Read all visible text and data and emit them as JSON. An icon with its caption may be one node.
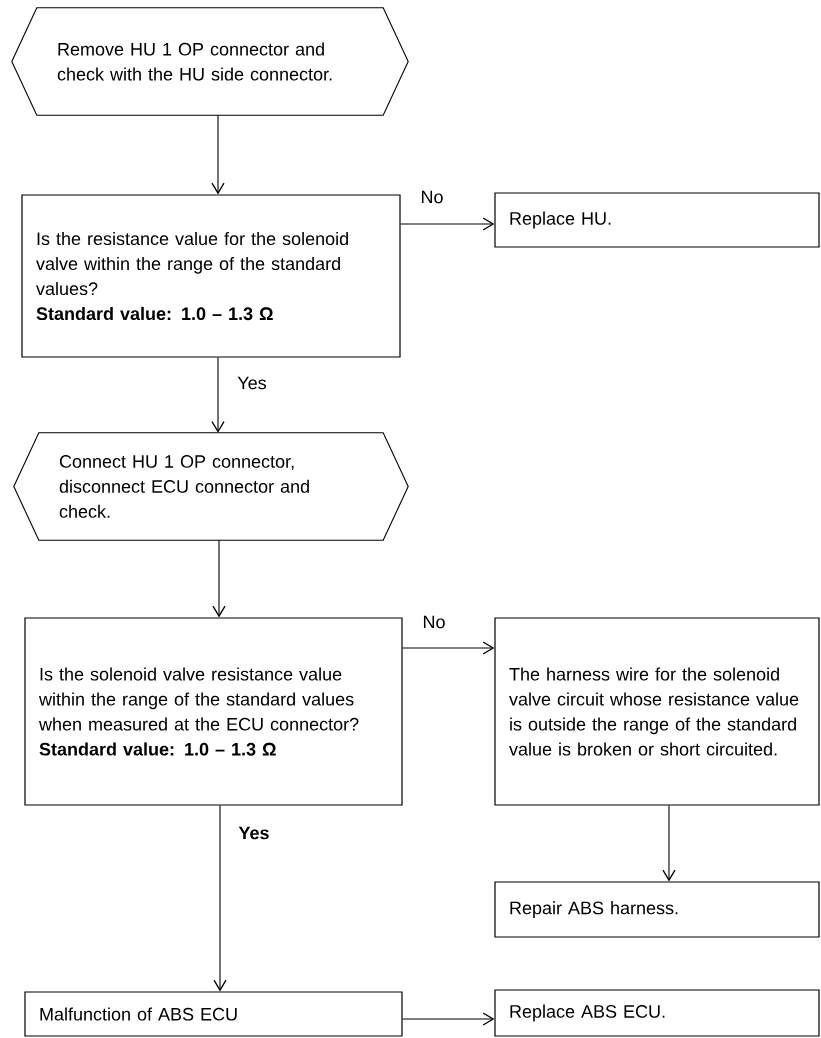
{
  "diagram": {
    "nodes": [
      {
        "text": [
          "Remove HU 1 OP connector and check with the HU side connector."
        ]
      },
      {
        "text": [
          "Is the resistance value for the solenoid valve within the range of the standard values?",
          "Standard value: 1.0 – 1.3 Ω"
        ]
      },
      {
        "text": [
          "Replace HU."
        ]
      },
      {
        "text": [
          "Connect HU 1 OP connector, disconnect ECU connector and check."
        ]
      },
      {
        "text": [
          "Is the solenoid valve resistance value within the range of the standard values when measured at the ECU connector?",
          "Standard value: 1.0 – 1.3 Ω"
        ]
      },
      {
        "text": [
          "The harness wire for the solenoid valve circuit whose resistance value is outside the range of the standard value is broken or short circuited."
        ]
      },
      {
        "text": [
          "Repair ABS harness."
        ]
      },
      {
        "text": [
          "Malfunction of ABS ECU"
        ]
      },
      {
        "text": [
          "Replace ABS ECU."
        ]
      }
    ],
    "edges": [
      {
        "from": 0,
        "to": 1,
        "arrow": "to"
      },
      {
        "from": 1,
        "to": 2,
        "arrow": "to",
        "label": "No"
      },
      {
        "from": 1,
        "to": 3,
        "arrow": "to",
        "label": "Yes"
      },
      {
        "from": 3,
        "to": 4,
        "arrow": "to"
      },
      {
        "from": 4,
        "to": 5,
        "arrow": "to",
        "label": "No"
      },
      {
        "from": 5,
        "to": 6,
        "arrow": "to"
      },
      {
        "from": 4,
        "to": 7,
        "arrow": "to",
        "label": "Yes"
      },
      {
        "from": 7,
        "to": 8,
        "arrow": "to"
      }
    ]
  }
}
